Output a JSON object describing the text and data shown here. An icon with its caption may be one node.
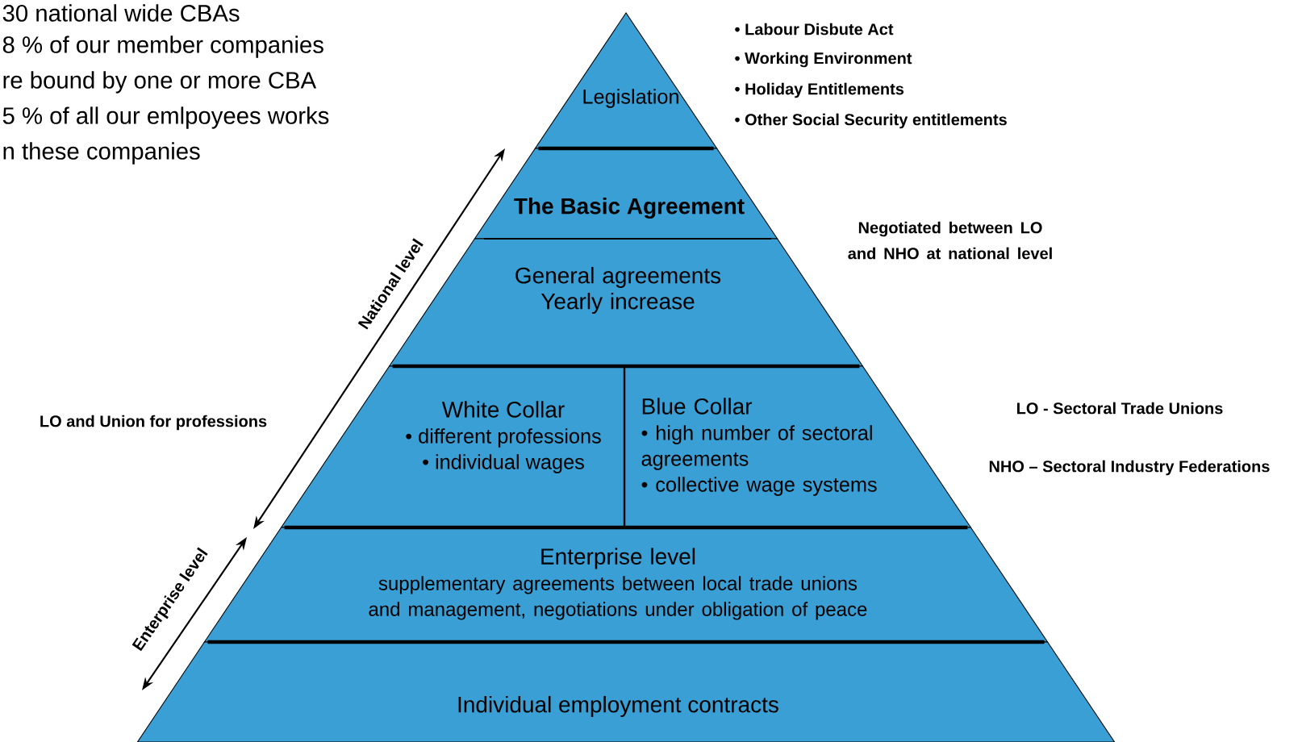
{
  "diagram": {
    "nodes": [
      {
        "text": [
          "Legislation"
        ]
      },
      {
        "text": [
          "The Basic Agreement"
        ]
      },
      {
        "text": [
          "General agreements Yearly increase"
        ]
      },
      {
        "text": [
          "White Collar",
          "• different professions",
          "• individual wages"
        ]
      },
      {
        "text": [
          "Blue Collar",
          "• high number of sectoral agreements",
          "• collective wage systems"
        ]
      },
      {
        "text": [
          "Enterprise level",
          "supplementary agreements between local trade unions and management, negotiations under obligation of peace"
        ]
      },
      {
        "text": [
          "Individual employment contracts"
        ]
      }
    ],
    "labels": [
      "30 national wide CBAs",
      "8 % of our member companies",
      "re bound by one or more CBA",
      "5 % of all our emlpoyees works",
      "n these companies",
      "• Labour Disbute Act",
      "• Working Environment",
      "• Holiday Entitlements",
      "• Other Social Security entitlements",
      "Negotiated between LO and NHO at national level",
      "National level",
      "LO and Union for professions",
      "LO  - Sectoral Trade Unions",
      "NHO – Sectoral Industry Federations",
      "Enterprise level"
    ]
  }
}
